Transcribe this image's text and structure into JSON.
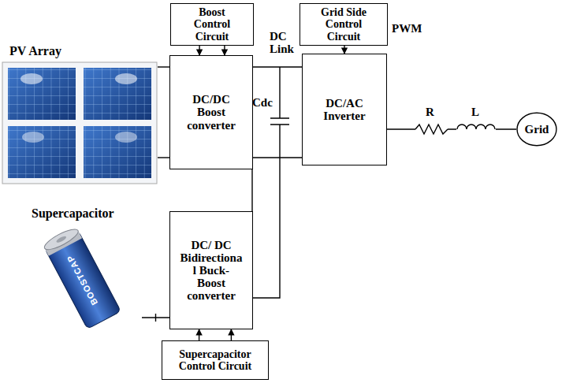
{
  "diagram": {
    "nodes": [
      {
        "text": [
          "PV Array"
        ]
      },
      {
        "text": [
          "Boost Control Circuit"
        ]
      },
      {
        "text": [
          "DC/DC Boost converter"
        ]
      },
      {
        "text": [
          "Grid Side Control Circuit"
        ]
      },
      {
        "text": [
          "DC/AC Inverter"
        ]
      },
      {
        "text": [
          "Grid"
        ]
      },
      {
        "text": [
          "Supercapacitor"
        ]
      },
      {
        "text": [
          "DC/ DC Bidirectiona l Buck- Boost converter"
        ]
      },
      {
        "text": [
          "Supercapacitor Control Circuit"
        ]
      }
    ],
    "edges": [
      {
        "from": 0,
        "to": 2,
        "arrow": "none"
      },
      {
        "from": 1,
        "to": 2,
        "arrow": "to"
      },
      {
        "from": 2,
        "to": 4,
        "arrow": "none"
      },
      {
        "from": 3,
        "to": 4,
        "arrow": "to"
      },
      {
        "from": 4,
        "to": 5,
        "arrow": "none"
      },
      {
        "from": 6,
        "to": 7,
        "arrow": "none"
      },
      {
        "from": 7,
        "to": 2,
        "arrow": "none"
      },
      {
        "from": 8,
        "to": 7,
        "arrow": "to"
      }
    ],
    "labels": [
      "DC Link",
      "Cdc",
      "PWM",
      "R",
      "L",
      "BOOSTCAP"
    ]
  }
}
